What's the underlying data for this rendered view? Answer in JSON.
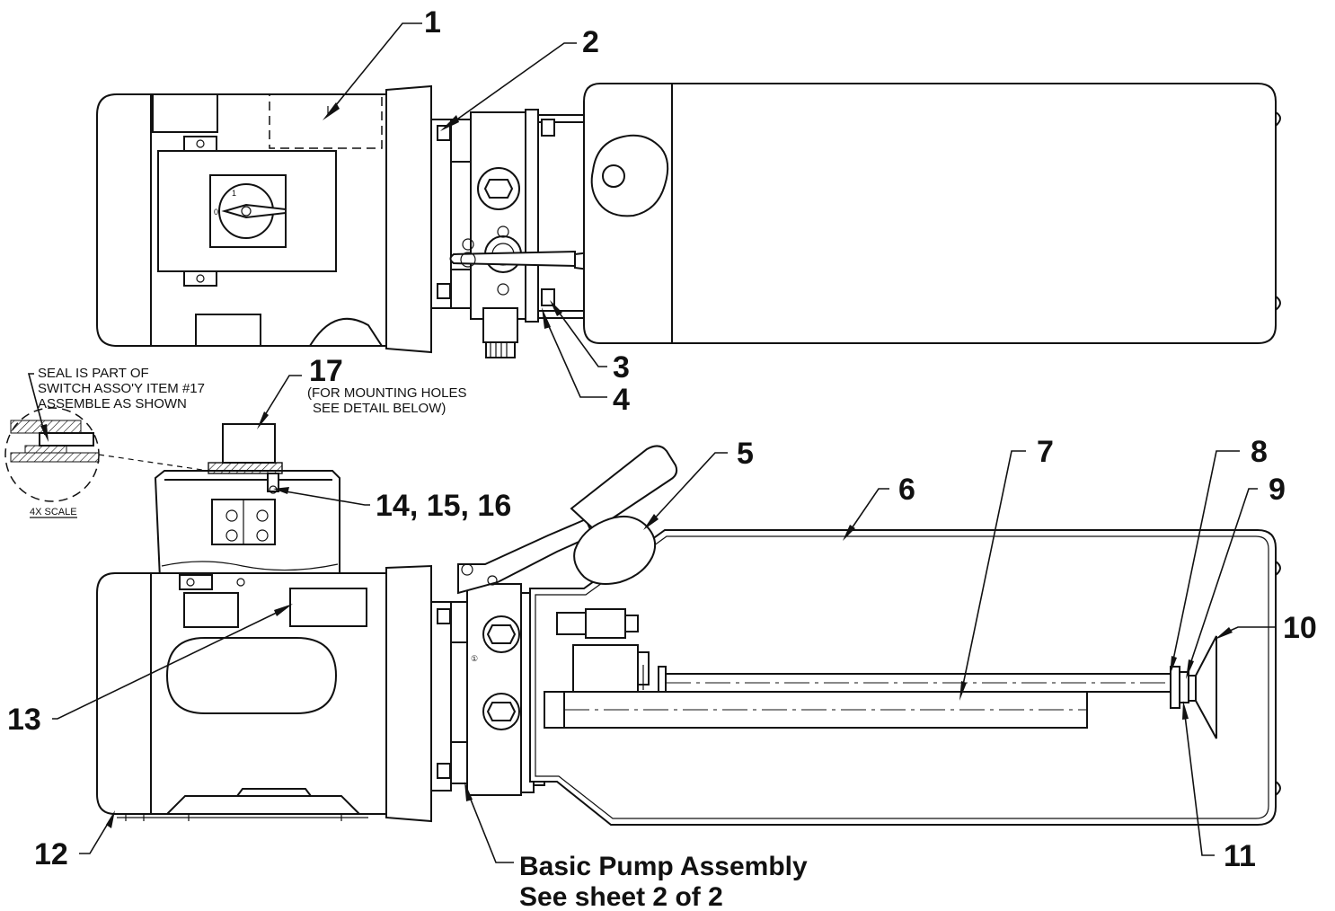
{
  "labels": {
    "item_1": "1",
    "item_2": "2",
    "item_3": "3",
    "item_4": "4",
    "item_5": "5",
    "item_6": "6",
    "item_7": "7",
    "item_8": "8",
    "item_9": "9",
    "item_10": "10",
    "item_11": "11",
    "item_12": "12",
    "item_13": "13",
    "items_14_15_16": "14, 15, 16",
    "item_17": "17"
  },
  "notes": {
    "seal_line1": "SEAL IS PART OF",
    "seal_line2": "SWITCH ASSO'Y ITEM #17",
    "seal_line3": "ASSEMBLE AS SHOWN",
    "scale": "4X SCALE",
    "mounting_line1": "(FOR MOUNTING HOLES",
    "mounting_line2": "SEE DETAIL BELOW)",
    "basic_pump_line1": "Basic Pump Assembly",
    "basic_pump_line2": "See sheet 2 of 2"
  },
  "switch_marks": {
    "off": "0",
    "on": "1"
  },
  "port_mark": "①"
}
